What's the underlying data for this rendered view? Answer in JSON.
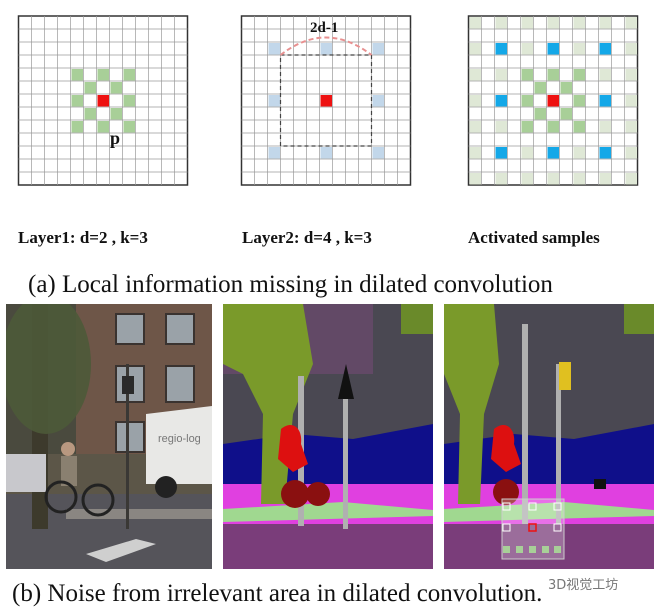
{
  "figure_a": {
    "panels": [
      {
        "caption": "Layer1: d=2 , k=3",
        "point_label": "p"
      },
      {
        "caption": "Layer2: d=4 , k=3",
        "dim_label": "2d-1"
      },
      {
        "caption": "Activated samples"
      }
    ],
    "caption": "(a) Local information missing in dilated convolution",
    "colors": {
      "center": "#ee1111",
      "green": "#a8cf98",
      "light_blue": "#c2d7ea",
      "blue": "#14a8e8",
      "pale_green": "#dfe8d6",
      "grid": "#9a9a9a"
    }
  },
  "figure_b": {
    "panels": [
      {
        "name": "street-photo",
        "sign_text": "regio-log"
      },
      {
        "name": "segmentation-ground-truth"
      },
      {
        "name": "segmentation-with-samples"
      }
    ],
    "caption": "(b) Noise from irrelevant area in dilated convolution.",
    "colors": {
      "sky": "#4a4852",
      "tree": "#7a9a2a",
      "car": "#0f0f8a",
      "road": "#7a3d7a",
      "sidewalk": "#e040e0",
      "person": "#dd1010",
      "rider": "#8a1010",
      "pole": "#a8a8a8"
    }
  },
  "watermark": "3D视觉工坊"
}
